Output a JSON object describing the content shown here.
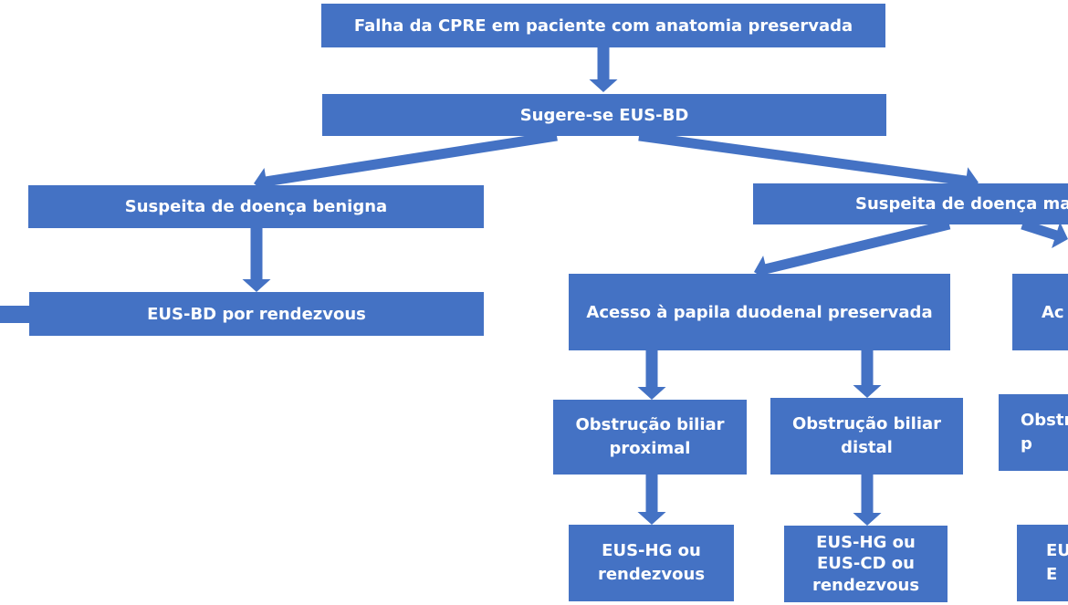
{
  "colors": {
    "box": "#4472C4",
    "arrow": "#4472C4",
    "background": "#ffffff"
  },
  "nodes": {
    "root": "Falha da CPRE em paciente com anatomia preservada",
    "suggest": "Sugere-se EUS-BD",
    "benign": "Suspeita de doença benigna",
    "malignant": "Suspeita de doença ma",
    "rendezvous": "EUS-BD por rendezvous",
    "papilla_preserved": "Acesso à papila duodenal preservada",
    "right_access": "Ac",
    "proximal": "Obstrução biliar\nproximal",
    "distal": "Obstrução biliar\ndistal",
    "right_obst": "Obstr\np",
    "hg_rendezvous": "EUS-HG ou\nrendezvous",
    "hg_cd_rendezvous": "EUS-HG ou\nEUS-CD ou\nrendezvous",
    "right_bottom": "EU\nE"
  }
}
